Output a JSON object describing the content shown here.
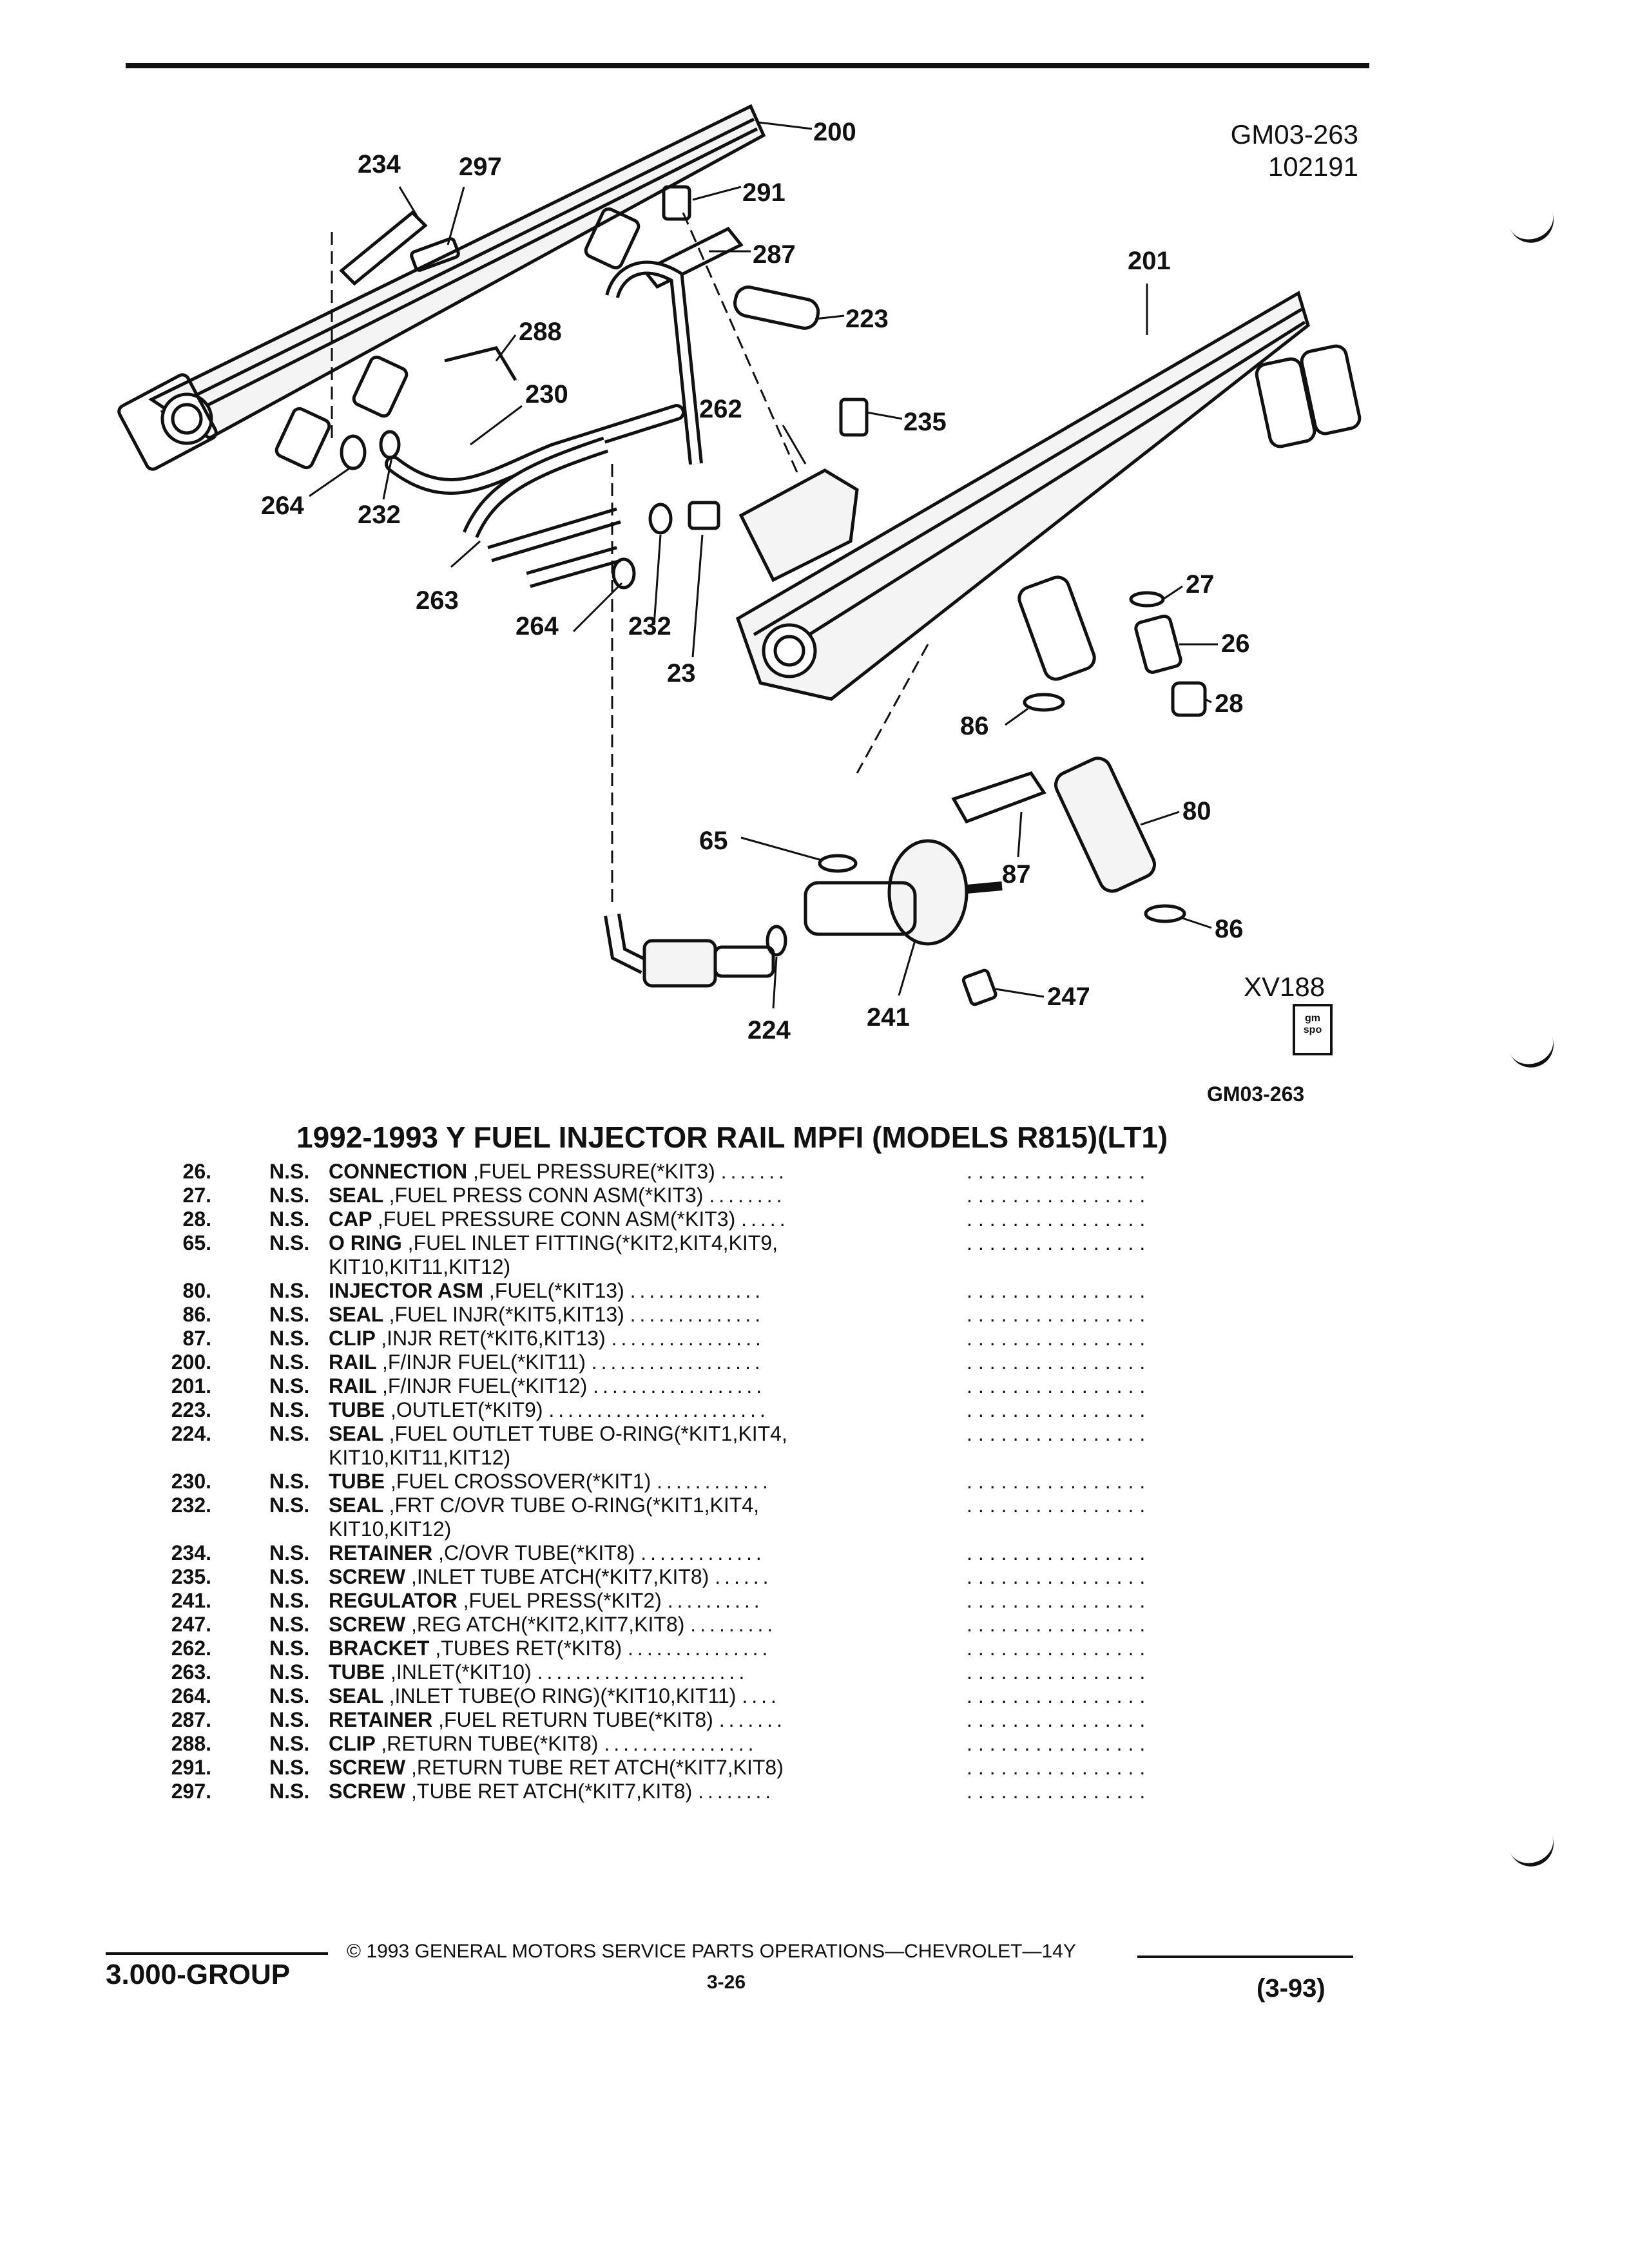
{
  "header": {
    "figure_code": "GM03-263",
    "date_code": "102191"
  },
  "diagram": {
    "callouts": [
      "200",
      "234",
      "297",
      "291",
      "287",
      "201",
      "223",
      "288",
      "230",
      "262",
      "235",
      "264",
      "232",
      "263",
      "27",
      "264",
      "232",
      "26",
      "23",
      "28",
      "86",
      "80",
      "65",
      "87",
      "86",
      "247",
      "224",
      "241"
    ],
    "icon": "fuel-injector-rail-exploded-view"
  },
  "stamp": {
    "code": "XV188",
    "badge_line1": "gm",
    "badge_line2": "spo"
  },
  "figure_ref": "GM03-263",
  "section_title": "1992-1993 Y FUEL INJECTOR RAIL MPFI (MODELS R815)(LT1)",
  "parts": [
    {
      "num": "26.",
      "ns": "N.S.",
      "name": "CONNECTION",
      "desc": ",FUEL PRESSURE(*KIT3)",
      "dots": ".......",
      "cont": ""
    },
    {
      "num": "27.",
      "ns": "N.S.",
      "name": "SEAL",
      "desc": ",FUEL PRESS CONN ASM(*KIT3)",
      "dots": "........",
      "cont": ""
    },
    {
      "num": "28.",
      "ns": "N.S.",
      "name": "CAP",
      "desc": ",FUEL PRESSURE CONN ASM(*KIT3)",
      "dots": ".....",
      "cont": ""
    },
    {
      "num": "65.",
      "ns": "N.S.",
      "name": "O RING",
      "desc": ",FUEL INLET FITTING(*KIT2,KIT4,KIT9,",
      "dots": "",
      "cont": "KIT10,KIT11,KIT12)"
    },
    {
      "num": "80.",
      "ns": "N.S.",
      "name": "INJECTOR ASM",
      "desc": ",FUEL(*KIT13)",
      "dots": "..............",
      "cont": ""
    },
    {
      "num": "86.",
      "ns": "N.S.",
      "name": "SEAL",
      "desc": ",FUEL INJR(*KIT5,KIT13)",
      "dots": "..............",
      "cont": ""
    },
    {
      "num": "87.",
      "ns": "N.S.",
      "name": "CLIP",
      "desc": ",INJR RET(*KIT6,KIT13)",
      "dots": "................",
      "cont": ""
    },
    {
      "num": "200.",
      "ns": "N.S.",
      "name": "RAIL",
      "desc": ",F/INJR FUEL(*KIT11)",
      "dots": "..................",
      "cont": ""
    },
    {
      "num": "201.",
      "ns": "N.S.",
      "name": "RAIL",
      "desc": ",F/INJR FUEL(*KIT12)",
      "dots": "..................",
      "cont": ""
    },
    {
      "num": "223.",
      "ns": "N.S.",
      "name": "TUBE",
      "desc": ",OUTLET(*KIT9)",
      "dots": ".......................",
      "cont": ""
    },
    {
      "num": "224.",
      "ns": "N.S.",
      "name": "SEAL",
      "desc": ",FUEL OUTLET TUBE O-RING(*KIT1,KIT4,",
      "dots": "",
      "cont": "KIT10,KIT11,KIT12)"
    },
    {
      "num": "230.",
      "ns": "N.S.",
      "name": "TUBE",
      "desc": ",FUEL CROSSOVER(*KIT1)",
      "dots": "............",
      "cont": ""
    },
    {
      "num": "232.",
      "ns": "N.S.",
      "name": "SEAL",
      "desc": ",FRT C/OVR TUBE O-RING(*KIT1,KIT4,",
      "dots": "",
      "cont": "KIT10,KIT12)"
    },
    {
      "num": "234.",
      "ns": "N.S.",
      "name": "RETAINER",
      "desc": ",C/OVR TUBE(*KIT8)",
      "dots": ".............",
      "cont": ""
    },
    {
      "num": "235.",
      "ns": "N.S.",
      "name": "SCREW",
      "desc": ",INLET TUBE ATCH(*KIT7,KIT8)",
      "dots": "......",
      "cont": ""
    },
    {
      "num": "241.",
      "ns": "N.S.",
      "name": "REGULATOR",
      "desc": ",FUEL PRESS(*KIT2)",
      "dots": "..........",
      "cont": ""
    },
    {
      "num": "247.",
      "ns": "N.S.",
      "name": "SCREW",
      "desc": ",REG ATCH(*KIT2,KIT7,KIT8)",
      "dots": ".........",
      "cont": ""
    },
    {
      "num": "262.",
      "ns": "N.S.",
      "name": "BRACKET",
      "desc": ",TUBES RET(*KIT8)",
      "dots": "...............",
      "cont": ""
    },
    {
      "num": "263.",
      "ns": "N.S.",
      "name": "TUBE",
      "desc": ",INLET(*KIT10)",
      "dots": "......................",
      "cont": ""
    },
    {
      "num": "264.",
      "ns": "N.S.",
      "name": "SEAL",
      "desc": ",INLET TUBE(O RING)(*KIT10,KIT11)",
      "dots": "....",
      "cont": ""
    },
    {
      "num": "287.",
      "ns": "N.S.",
      "name": "RETAINER",
      "desc": ",FUEL RETURN TUBE(*KIT8)",
      "dots": ".......",
      "cont": ""
    },
    {
      "num": "288.",
      "ns": "N.S.",
      "name": "CLIP",
      "desc": ",RETURN TUBE(*KIT8)",
      "dots": "................",
      "cont": ""
    },
    {
      "num": "291.",
      "ns": "N.S.",
      "name": "SCREW",
      "desc": ",RETURN TUBE RET ATCH(*KIT7,KIT8)",
      "dots": "",
      "cont": ""
    },
    {
      "num": "297.",
      "ns": "N.S.",
      "name": "SCREW",
      "desc": ",TUBE RET ATCH(*KIT7,KIT8)",
      "dots": "........",
      "cont": ""
    }
  ],
  "right_dots": "................",
  "footer": {
    "group": "3.000-GROUP",
    "copyright": "© 1993 GENERAL MOTORS SERVICE PARTS OPERATIONS—CHEVROLET—14Y",
    "page": "3-26",
    "revision": "(3-93)"
  }
}
